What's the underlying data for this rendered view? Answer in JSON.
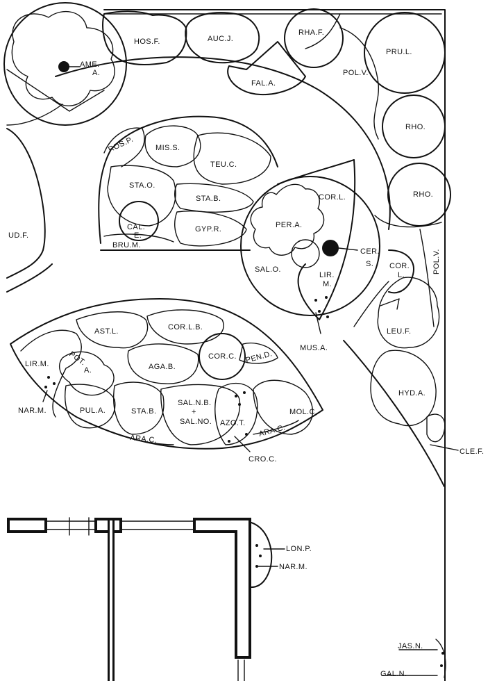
{
  "labels": {
    "ame_a_1": "AME.",
    "ame_a_2": "A.",
    "hos_f": "HOS.F.",
    "auc_j": "AUC.J.",
    "fal_a": "FAL.A.",
    "rha_f": "RHA.F.",
    "pru_l": "PRU.L.",
    "polv_top": "POL.V.",
    "rho_1": "RHO.",
    "rho_2": "RHO.",
    "ros_p": "ROS.P.",
    "mis_s": "MIS.S.",
    "teu_c": "TEU.C.",
    "sta_o": "STA.O.",
    "sta_b_upper": "STA.B.",
    "cal_e_1": "CAL.",
    "cal_e_2": "E.",
    "gyp_r": "GYP.R.",
    "bru_m": "BRU.M.",
    "per_a": "PER.A.",
    "cor_l_upper": "COR.L.",
    "cer_s_1": "CER.",
    "cer_s_2": "S.",
    "sal_o": "SAL.O.",
    "lir_m_upper_1": "LIR.",
    "lir_m_upper_2": "M.",
    "cor_l_right_1": "COR.",
    "cor_l_right_2": "L.",
    "polv_side": "POL.V.",
    "ud_f": "UD.F.",
    "ast_l": "AST.L.",
    "cor_lb": "COR.L.B.",
    "cor_c": "COR.C.",
    "pen_d": "PEN.D.",
    "aga_b": "AGA.B.",
    "pot_a_1": "POT.",
    "pot_a_2": "A.",
    "lir_m_lower": "LIR.M.",
    "nar_m_lower": "NAR.M.",
    "pul_a": "PUL.A.",
    "sta_b_lower": "STA.B.",
    "saln_b": "SAL.N.B.",
    "saln_plus": "+",
    "saln_no": "SAL.NO.",
    "azo_t": "AZO.T.",
    "ara_c_1": "ARA.C.",
    "ara_c_2": "ARA.C.",
    "mol_c": "MOL.C.",
    "cro_c": "CRO.C.",
    "mus_a": "MUS.A.",
    "leu_f": "LEU.F.",
    "hyd_a": "HYD.A.",
    "cle_f": "CLE.F.",
    "lon_p": "LON.P.",
    "nar_m_house": "NAR.M.",
    "jas_n": "JAS.N.",
    "gal_n": "GAL.N."
  }
}
